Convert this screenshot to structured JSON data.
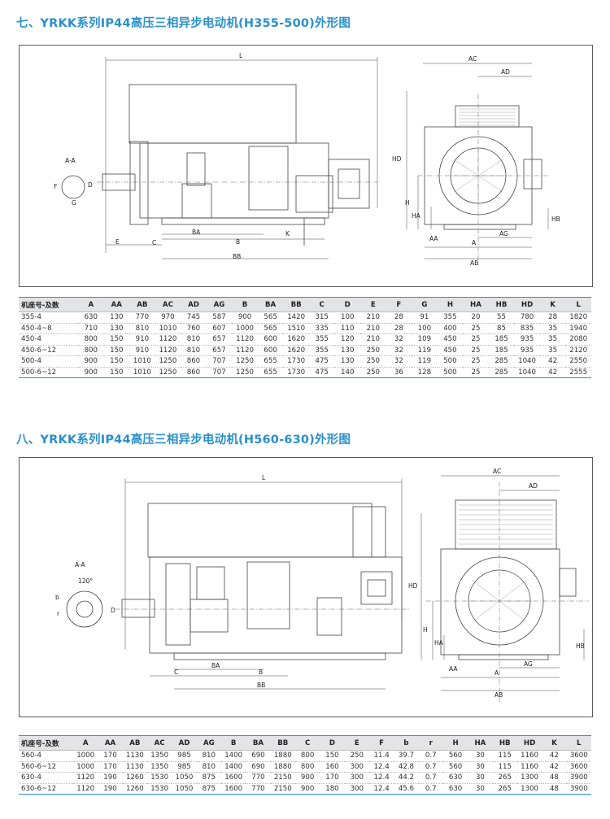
{
  "section1": {
    "title": "七、YRKK系列IP44高压三相异步电动机(H355-500)外形图",
    "drawing_labels": {
      "L": "L",
      "AC": "AC",
      "AD": "AD",
      "HD": "HD",
      "H": "H",
      "HA": "HA",
      "HB": "HB",
      "A": "A",
      "AA": "AA",
      "AB": "AB",
      "AG": "AG",
      "B": "B",
      "BA": "BA",
      "BB": "BB",
      "C": "C",
      "E": "E",
      "K": "K",
      "D": "D",
      "G": "G",
      "F": "F",
      "section": "A-A"
    },
    "table": {
      "headers": [
        "机座号-及数",
        "A",
        "AA",
        "AB",
        "AC",
        "AD",
        "AG",
        "B",
        "BA",
        "BB",
        "C",
        "D",
        "E",
        "F",
        "G",
        "H",
        "HA",
        "HB",
        "HD",
        "K",
        "L"
      ],
      "rows": [
        [
          "355-4",
          "630",
          "130",
          "770",
          "970",
          "745",
          "587",
          "900",
          "565",
          "1420",
          "315",
          "100",
          "210",
          "28",
          "91",
          "355",
          "20",
          "55",
          "780",
          "28",
          "1820"
        ],
        [
          "450-4~8",
          "710",
          "130",
          "810",
          "1010",
          "760",
          "607",
          "1000",
          "565",
          "1510",
          "335",
          "110",
          "210",
          "28",
          "100",
          "400",
          "25",
          "85",
          "835",
          "35",
          "1940"
        ],
        [
          "450-4",
          "800",
          "150",
          "910",
          "1120",
          "810",
          "657",
          "1120",
          "600",
          "1620",
          "355",
          "120",
          "210",
          "32",
          "109",
          "450",
          "25",
          "185",
          "935",
          "35",
          "2080"
        ],
        [
          "450-6~12",
          "800",
          "150",
          "910",
          "1120",
          "810",
          "657",
          "1120",
          "600",
          "1620",
          "355",
          "130",
          "250",
          "32",
          "119",
          "450",
          "25",
          "185",
          "935",
          "35",
          "2120"
        ],
        [
          "500-4",
          "900",
          "150",
          "1010",
          "1250",
          "860",
          "707",
          "1250",
          "655",
          "1730",
          "475",
          "130",
          "250",
          "32",
          "119",
          "500",
          "25",
          "285",
          "1040",
          "42",
          "2550"
        ],
        [
          "500-6~12",
          "900",
          "150",
          "1010",
          "1250",
          "860",
          "707",
          "1250",
          "655",
          "1730",
          "475",
          "140",
          "250",
          "36",
          "128",
          "500",
          "25",
          "285",
          "1040",
          "42",
          "2555"
        ]
      ]
    }
  },
  "section2": {
    "title": "八、YRKK系列IP44高压三相异步电动机(H560-630)外形图",
    "drawing_labels": {
      "L": "L",
      "AC": "AC",
      "AD": "AD",
      "HD": "HD",
      "H": "H",
      "HA": "HA",
      "HB": "HB",
      "A": "A",
      "AA": "AA",
      "AB": "AB",
      "AG": "AG",
      "B": "B",
      "BA": "BA",
      "BB": "BB",
      "C": "C",
      "D": "D",
      "b": "b",
      "r": "r",
      "section": "A-A",
      "angle": "120°"
    },
    "table": {
      "headers": [
        "机座号-及数",
        "A",
        "AA",
        "AB",
        "AC",
        "AD",
        "AG",
        "B",
        "BA",
        "BB",
        "C",
        "D",
        "E",
        "F",
        "b",
        "r",
        "H",
        "HA",
        "HB",
        "HD",
        "K",
        "L"
      ],
      "rows": [
        [
          "560-4",
          "1000",
          "170",
          "1130",
          "1350",
          "985",
          "810",
          "1400",
          "690",
          "1880",
          "800",
          "150",
          "250",
          "11.4",
          "39.7",
          "0.7",
          "560",
          "30",
          "115",
          "1160",
          "42",
          "3600"
        ],
        [
          "560-6~12",
          "1000",
          "170",
          "1130",
          "1350",
          "985",
          "810",
          "1400",
          "690",
          "1880",
          "800",
          "160",
          "300",
          "12.4",
          "42.8",
          "0.7",
          "560",
          "30",
          "115",
          "1160",
          "42",
          "3600"
        ],
        [
          "630-4",
          "1120",
          "190",
          "1260",
          "1530",
          "1050",
          "875",
          "1600",
          "770",
          "2150",
          "900",
          "170",
          "300",
          "12.4",
          "44.2",
          "0.7",
          "630",
          "30",
          "265",
          "1300",
          "48",
          "3900"
        ],
        [
          "630-6~12",
          "1120",
          "190",
          "1260",
          "1530",
          "1050",
          "875",
          "1600",
          "770",
          "2150",
          "900",
          "180",
          "300",
          "12.4",
          "45.6",
          "0.7",
          "630",
          "30",
          "265",
          "1300",
          "48",
          "3900"
        ]
      ]
    }
  }
}
